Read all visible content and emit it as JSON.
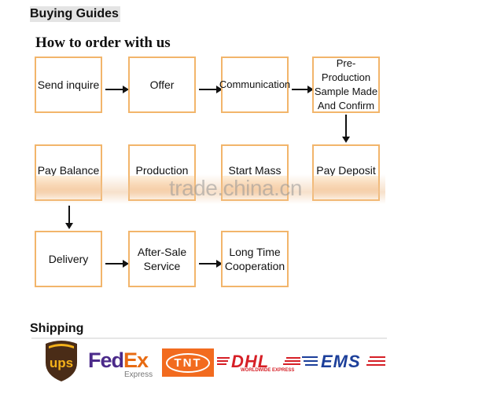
{
  "headings": {
    "buying_guides": "Buying Guides",
    "how_to_order": "How to order with us",
    "shipping": "Shipping"
  },
  "steps": [
    {
      "label": "Send inquire"
    },
    {
      "label": "Offer"
    },
    {
      "label": "Communication"
    },
    {
      "label": "Pre-Production\nSample Made\nAnd Confirm"
    },
    {
      "label": "Pay Balance"
    },
    {
      "label": "Production"
    },
    {
      "label": "Start Mass"
    },
    {
      "label": "Pay Deposit"
    },
    {
      "label": "Delivery"
    },
    {
      "label": "After-Sale\nService"
    },
    {
      "label": "Long Time\nCooperation"
    }
  ],
  "watermark": "trade.china.cn",
  "carriers": {
    "ups": "ups",
    "fedex_fed": "Fed",
    "fedex_ex": "Ex",
    "fedex_express": "Express",
    "tnt": "TNT",
    "dhl": "DHL",
    "dhl_sub": "WORLDWIDE EXPRESS",
    "ems": "EMS"
  },
  "colors": {
    "box_border": "#f2b56b",
    "ups_brown": "#4a2c17",
    "ups_gold": "#f5b21a",
    "fedex_purple": "#4b2a8a",
    "fedex_orange": "#e86b12",
    "tnt_orange": "#f26b1f",
    "dhl_red": "#d61f26",
    "ems_blue": "#1c3f9a"
  }
}
